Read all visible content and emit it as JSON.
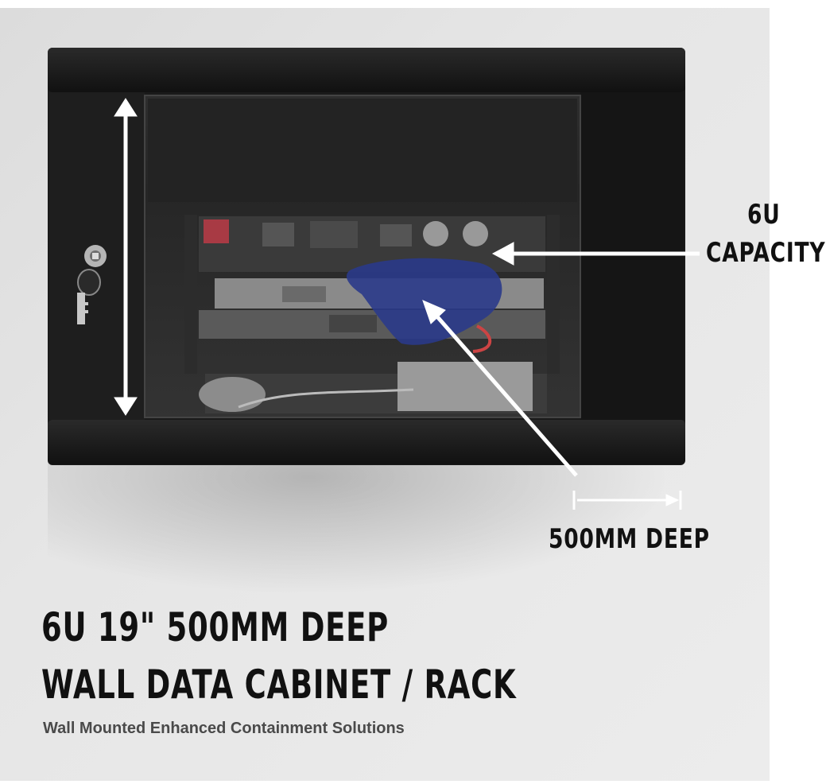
{
  "callouts": {
    "capacity_line1": "6U",
    "capacity_line2": "CAPACITY",
    "depth": "500MM DEEP"
  },
  "heading": {
    "line1": "6U 19\" 500MM DEEP",
    "line2": "WALL DATA CABINET / RACK"
  },
  "subtitle": "Wall Mounted Enhanced Containment Solutions",
  "colors": {
    "cabinet": "#1c1c1c",
    "glass": "#2b2b2b",
    "arrow": "#ffffff",
    "text": "#111111"
  }
}
